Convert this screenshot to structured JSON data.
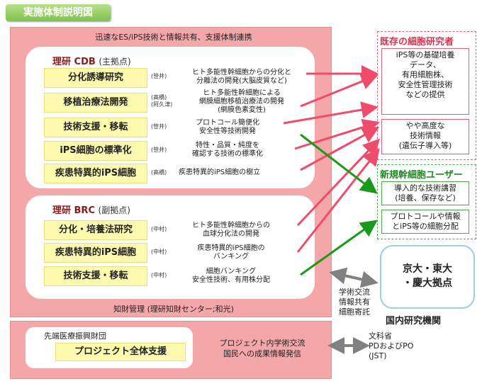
{
  "title": "実施体制説明図",
  "main": {
    "header": "迅速なES/iPS技術と情報共有、支援体制連携",
    "footer": "知財管理 (理研知財センター;和光)"
  },
  "cdb": {
    "title": "理研 CDB",
    "subtitle": "(主拠点)",
    "rows": [
      {
        "label": "分化誘導研究",
        "person": "(笹井)",
        "desc": "ヒト多能性幹細胞からの分化と\n分離法の開発(大脳皮質など)"
      },
      {
        "label": "移植治療法開発",
        "person": "(高橋)\n(阿久津)",
        "desc": "ヒト多能性幹細胞による\n網膜細胞移植治療法の開発\n(網膜色素変性)"
      },
      {
        "label": "技術支援・移転",
        "person": "(笹井)",
        "desc": "プロトコール簡便化\n安全性等技術開発"
      },
      {
        "label": "iPS細胞の標準化",
        "person": "(笹井)",
        "desc": "特性・品質・純度を\n確認する技術の標準化"
      },
      {
        "label": "疾患特異的iPS細胞",
        "person": "(高橋)",
        "desc": "疾患特異的iPS細胞の樹立"
      }
    ]
  },
  "brc": {
    "title": "理研 BRC",
    "subtitle": "(副拠点)",
    "rows": [
      {
        "label": "分化・培養法研究",
        "person": "(中村)",
        "desc": "ヒト多能性幹細胞からの\n血球分化法の開発"
      },
      {
        "label": "疾患特異的iPS細胞",
        "person": "(中村)",
        "desc": "疾患特異的iPS細胞の\nバンキング"
      },
      {
        "label": "技術支援・移転",
        "person": "(中村)",
        "desc": "細胞バンキング\n安全性技術、有用株分配"
      }
    ]
  },
  "bottom": {
    "org": "先端医療振興財団",
    "support": "プロジェクト全体支援",
    "note": "プロジェクト内学術交流\n国民への成果情報発信"
  },
  "existing": {
    "title": "既存の細胞研究者",
    "item1": "iPS等の基礎培養\nデータ、\n有用細胞株、\n安全性管理技術\nなどの提供",
    "item2": "やや高度な\n技術情報\n(遺伝子導入等)"
  },
  "new_users": {
    "title": "新規幹細胞ユーザー",
    "item1": "導入的な技術講習\n(培養、保存など)",
    "item2": "プロトコールや情報\nとiPS等の細胞分配"
  },
  "domestic": {
    "box": "京大・東大\n・慶大拠点",
    "label": "国内研究機関",
    "exchange": "学術交流\n情報共有\n細胞寄託"
  },
  "mext": "文科省\nPDおよびPO\n(JST)",
  "colors": {
    "pink_arrow": "#ee4c6a",
    "green_arrow": "#1a9a1a",
    "gray_arrow": "#808080",
    "pink_fill": "#f4a7a8",
    "yellow_fill": "#fdfab0"
  }
}
